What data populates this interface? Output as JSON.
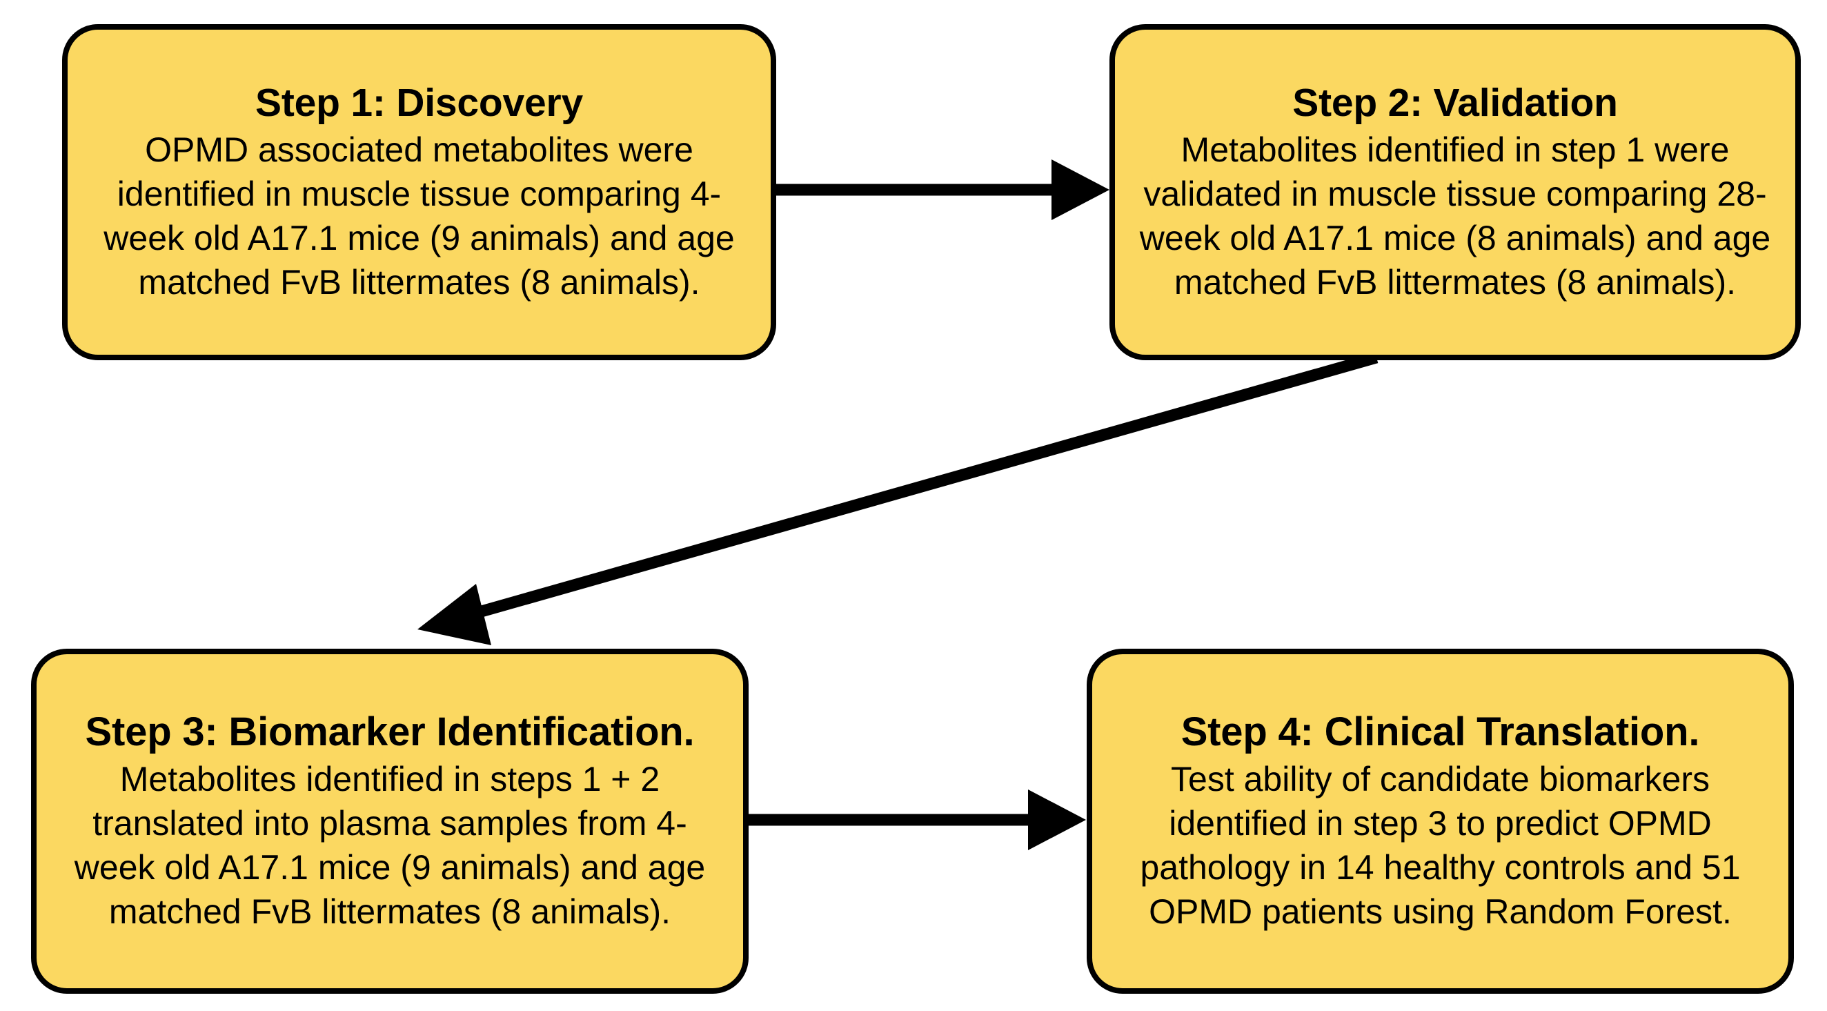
{
  "diagram": {
    "title": "OPMD metabolomics biomarker discovery workflow",
    "background_color": "#ffffff",
    "box_fill_color": "#fbd861",
    "box_border_color": "#000000",
    "arrow_color": "#000000",
    "boxes": [
      {
        "id": "step-1",
        "title": "Step 1: Discovery",
        "body": "OPMD associated metabolites were identified in muscle tissue comparing 4-week old A17.1 mice (9 animals) and age matched FvB littermates (8 animals)."
      },
      {
        "id": "step-2",
        "title": "Step 2: Validation",
        "body": "Metabolites identified in step 1 were validated in muscle tissue comparing 28-week old A17.1 mice (8 animals) and age matched FvB littermates (8 animals)."
      },
      {
        "id": "step-3",
        "title": "Step 3: Biomarker Identification.",
        "body": "Metabolites identified in steps 1 + 2 translated into plasma samples from  4-week old A17.1 mice (9 animals) and age matched FvB littermates (8 animals)."
      },
      {
        "id": "step-4",
        "title": "Step 4: Clinical Translation.",
        "body": "Test ability of candidate biomarkers identified in step 3 to predict OPMD pathology in 14 healthy controls and 51 OPMD patients using Random Forest."
      }
    ],
    "arrows": [
      {
        "id": "arrow-step1-to-step2",
        "from": "step-1",
        "to": "step-2",
        "direction": "right"
      },
      {
        "id": "arrow-step2-to-step3",
        "from": "step-2",
        "to": "step-3",
        "direction": "down-left-diagonal"
      },
      {
        "id": "arrow-step3-to-step4",
        "from": "step-3",
        "to": "step-4",
        "direction": "right"
      }
    ]
  }
}
